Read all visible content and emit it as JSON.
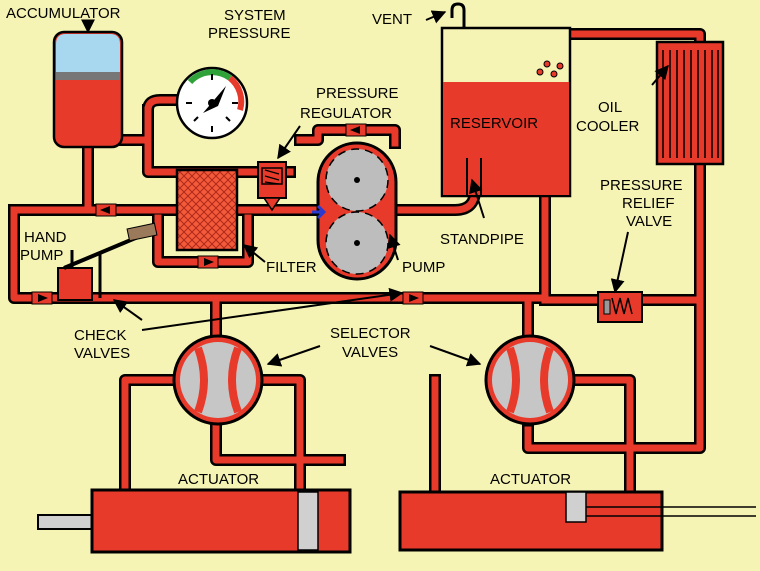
{
  "colors": {
    "background": "#f6f4b4",
    "fluid": "#e83a2a",
    "outline": "#000000",
    "filter": "#f25a3a",
    "gear": "#bdbdbd",
    "gauge_green": "#2fa23a",
    "accumulator_top": "#a8d8f0",
    "pump_handle": "#9a7a5a",
    "check_arrow": "#2a3ad0"
  },
  "labels": {
    "accumulator": "ACCUMULATOR",
    "system_pressure_1": "SYSTEM",
    "system_pressure_2": "PRESSURE",
    "vent": "VENT",
    "pressure_regulator_1": "PRESSURE",
    "pressure_regulator_2": "REGULATOR",
    "reservoir": "RESERVOIR",
    "oil_cooler_1": "OIL",
    "oil_cooler_2": "COOLER",
    "pressure_relief_1": "PRESSURE",
    "pressure_relief_2": "RELIEF",
    "pressure_relief_3": "VALVE",
    "hand_pump_1": "HAND",
    "hand_pump_2": "PUMP",
    "filter": "FILTER",
    "pump": "PUMP",
    "standpipe": "STANDPIPE",
    "check_valves_1": "CHECK",
    "check_valves_2": "VALVES",
    "selector_valves_1": "SELECTOR",
    "selector_valves_2": "VALVES",
    "actuator_left": "ACTUATOR",
    "actuator_right": "ACTUATOR"
  },
  "icons": [
    "gauge-icon",
    "gear-icon",
    "check-valve-icon",
    "spring-icon"
  ]
}
